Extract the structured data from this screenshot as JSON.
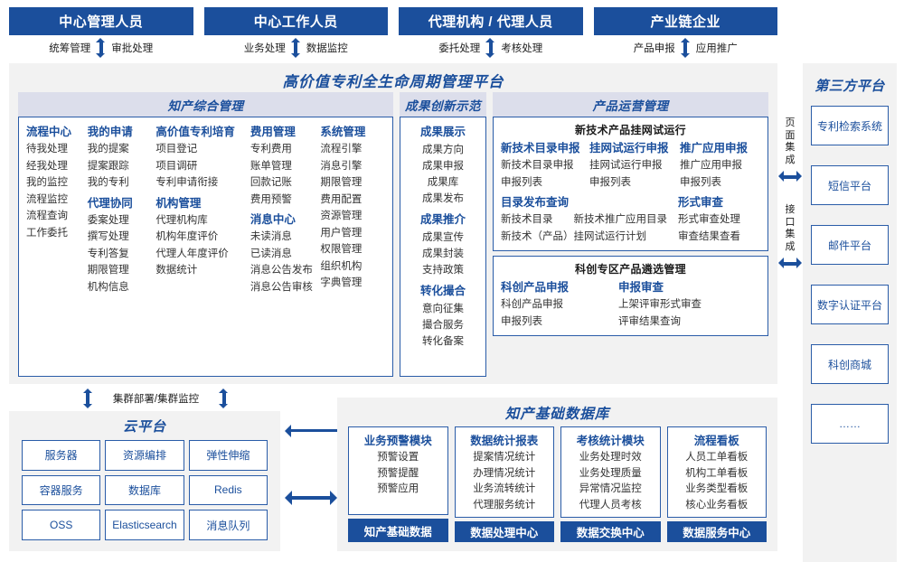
{
  "actors": [
    {
      "title": "中心管理人员",
      "left": "统筹管理",
      "right": "审批处理"
    },
    {
      "title": "中心工作人员",
      "left": "业务处理",
      "right": "数据监控"
    },
    {
      "title": "代理机构 / 代理人员",
      "left": "委托处理",
      "right": "考核处理"
    },
    {
      "title": "产业链企业",
      "left": "产品申报",
      "right": "应用推广"
    }
  ],
  "platform": {
    "title": "高价值专利全生命周期管理平台",
    "groups": {
      "zhichan": {
        "title": "知产综合管理",
        "columns": [
          {
            "blocks": [
              {
                "head": "流程中心",
                "items": [
                  "待我处理",
                  "经我处理",
                  "我的监控",
                  "流程监控",
                  "流程查询",
                  "工作委托"
                ]
              }
            ]
          },
          {
            "blocks": [
              {
                "head": "我的申请",
                "items": [
                  "我的提案",
                  "提案跟踪",
                  "我的专利"
                ]
              },
              {
                "head": "代理协同",
                "items": [
                  "委案处理",
                  "撰写处理",
                  "专利答复",
                  "期限管理",
                  "机构信息"
                ]
              }
            ]
          },
          {
            "blocks": [
              {
                "head": "高价值专利培育",
                "items": [
                  "项目登记",
                  "项目调研",
                  "专利申请衔接"
                ]
              },
              {
                "head": "机构管理",
                "items": [
                  "代理机构库",
                  "机构年度评价",
                  "代理人年度评价",
                  "数据统计"
                ]
              }
            ]
          },
          {
            "blocks": [
              {
                "head": "费用管理",
                "items": [
                  "专利费用",
                  "账单管理",
                  "回款记账",
                  "费用预警"
                ]
              },
              {
                "head": "消息中心",
                "items": [
                  "未读消息",
                  "已读消息",
                  "消息公告发布",
                  "消息公告审核"
                ]
              }
            ]
          },
          {
            "blocks": [
              {
                "head": "系统管理",
                "items": [
                  "流程引擎",
                  "消息引擎",
                  "期限管理",
                  "费用配置",
                  "资源管理",
                  "用户管理",
                  "权限管理",
                  "组织机构",
                  "字典管理"
                ]
              }
            ]
          }
        ]
      },
      "chengguo": {
        "title": "成果创新示范",
        "blocks": [
          {
            "head": "成果展示",
            "items": [
              "成果方向",
              "成果申报",
              "成果库",
              "成果发布"
            ]
          },
          {
            "head": "成果推介",
            "items": [
              "成果宣传",
              "成果封装",
              "支持政策"
            ]
          },
          {
            "head": "转化撮合",
            "items": [
              "意向征集",
              "撮合服务",
              "转化备案"
            ]
          }
        ]
      },
      "chanpin": {
        "title": "产品运营管理",
        "subboxes": [
          {
            "title": "新技术产品挂网试运行",
            "row1": [
              {
                "head": "新技术目录申报",
                "items": [
                  "新技术目录申报",
                  "申报列表"
                ]
              },
              {
                "head": "挂网试运行申报",
                "items": [
                  "挂网试运行申报",
                  "申报列表"
                ]
              },
              {
                "head": "推广应用申报",
                "items": [
                  "推广应用申报",
                  "申报列表"
                ]
              }
            ],
            "row2": [
              {
                "head": "目录发布查询",
                "items": [
                  "新技术目录　　新技术推广应用目录",
                  "新技术（产品）挂网试运行计划"
                ]
              },
              {
                "head": "形式审查",
                "items": [
                  "形式审查处理",
                  "审查结果查看"
                ]
              }
            ]
          },
          {
            "title": "科创专区产品遴选管理",
            "row1": [
              {
                "head": "科创产品申报",
                "items": [
                  "科创产品申报",
                  "申报列表"
                ]
              },
              {
                "head": "申报审查",
                "items": [
                  "上架评审形式审查",
                  "评审结果查询"
                ]
              }
            ]
          }
        ]
      }
    }
  },
  "integration": {
    "page": "页面集成",
    "api": "接口集成"
  },
  "third_party": {
    "title": "第三方平台",
    "items": [
      "专利检索系统",
      "短信平台",
      "邮件平台",
      "数字认证平台",
      "科创商城",
      "……"
    ]
  },
  "cluster_label": "集群部署/集群监控",
  "cloud": {
    "title": "云平台",
    "cells": [
      "服务器",
      "资源编排",
      "弹性伸缩",
      "容器服务",
      "数据库",
      "Redis",
      "OSS",
      "Elasticsearch",
      "消息队列"
    ]
  },
  "knowledge_base": {
    "title": "知产基础数据库",
    "columns": [
      {
        "head": "业务预警模块",
        "items": [
          "预警设置",
          "预警提醒",
          "预警应用"
        ],
        "foot": "知产基础数据"
      },
      {
        "head": "数据统计报表",
        "items": [
          "提案情况统计",
          "办理情况统计",
          "业务流转统计",
          "代理服务统计"
        ],
        "foot": "数据处理中心"
      },
      {
        "head": "考核统计模块",
        "items": [
          "业务处理时效",
          "业务处理质量",
          "异常情况监控",
          "代理人员考核"
        ],
        "foot": "数据交换中心"
      },
      {
        "head": "流程看板",
        "items": [
          "人员工单看板",
          "机构工单看板",
          "业务类型看板",
          "核心业务看板"
        ],
        "foot": "数据服务中心"
      }
    ]
  },
  "colors": {
    "brand": "#1b4f9c",
    "border": "#2a5ca8",
    "panel": "#f2f2f2",
    "group_head": "#dcdeeb"
  }
}
